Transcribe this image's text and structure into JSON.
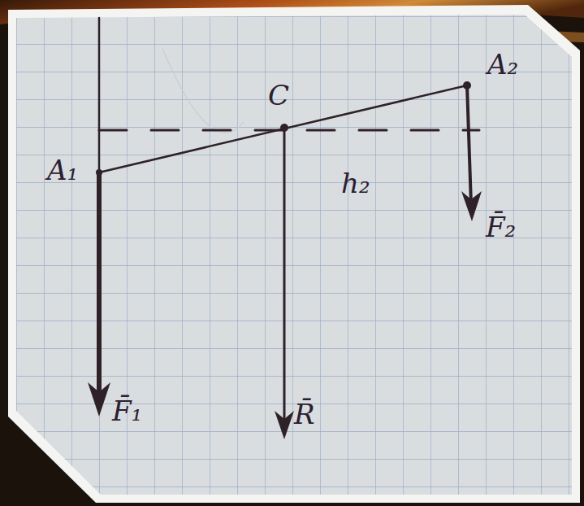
{
  "diagram": {
    "labels": [
      "A₁",
      "C",
      "A₂",
      "h₂",
      "F̄₂",
      "F̄₁",
      "R̄"
    ]
  }
}
